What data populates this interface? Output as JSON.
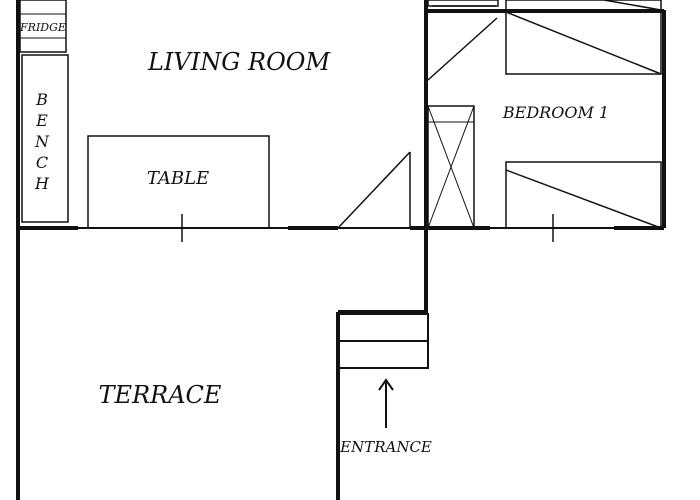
{
  "labels": {
    "fridge": "FRIDGE",
    "living_room": "LIVING ROOM",
    "bench": [
      "B",
      "E",
      "N",
      "C",
      "H"
    ],
    "table": "TABLE",
    "bedroom": "BEDROOM 1",
    "terrace": "TERRACE",
    "entrance": "ENTRANCE"
  }
}
